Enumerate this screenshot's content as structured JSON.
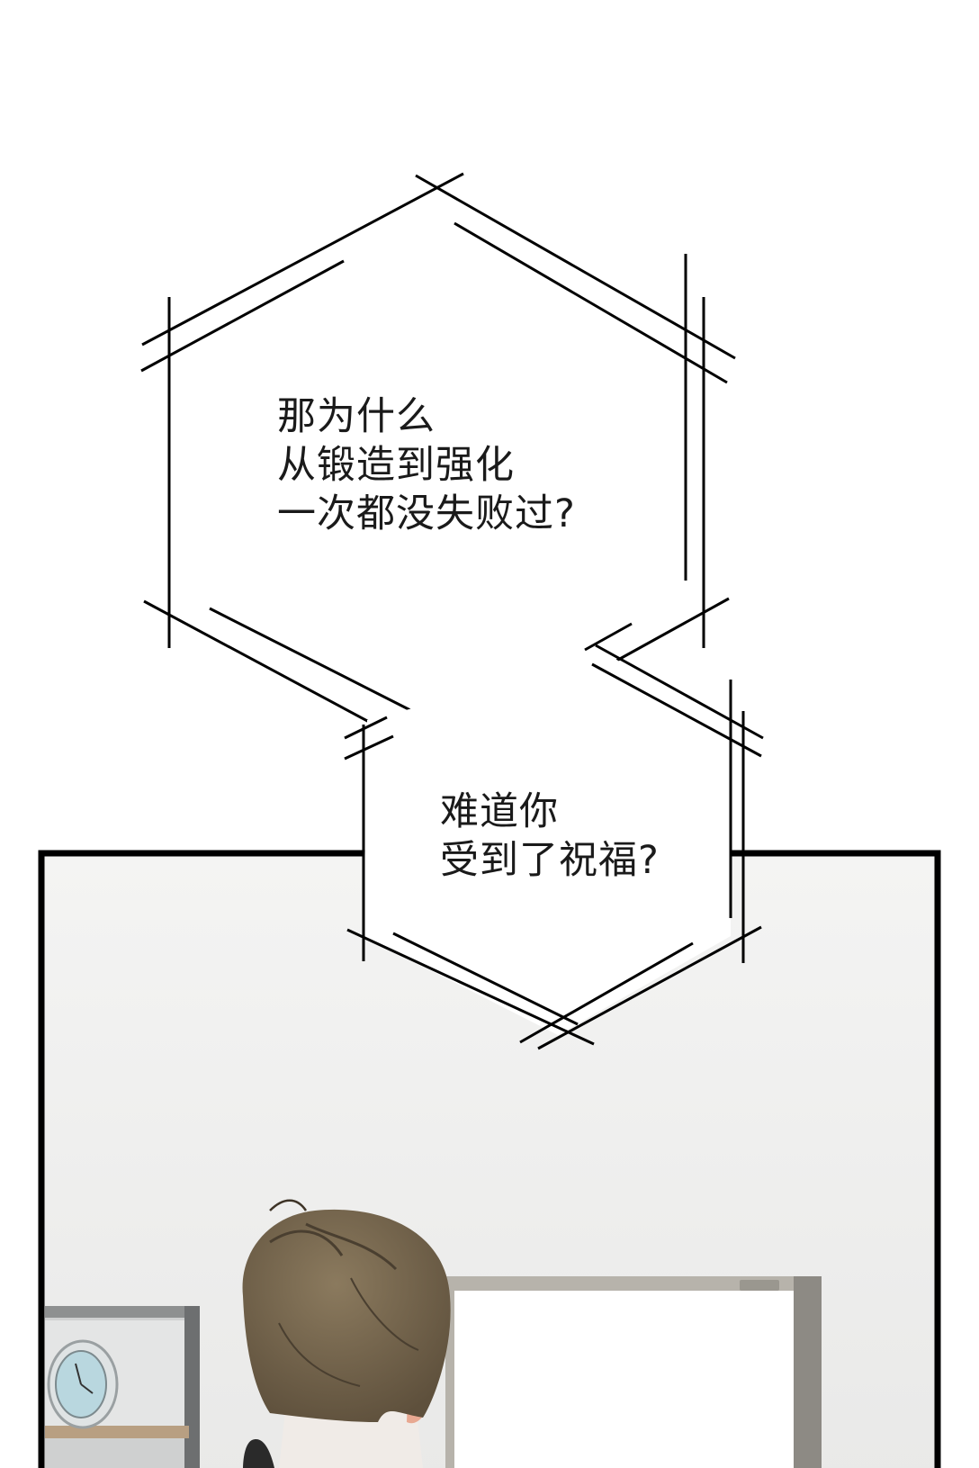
{
  "page": {
    "background": "#ffffff",
    "panel_frame_color": "#000000",
    "panel_wall_color": "#f2f2f1",
    "bubble_stroke_color": "#000000"
  },
  "bubbles": [
    {
      "id": "bubble-1",
      "shape": "hexagon-thought",
      "lines": [
        "那为什么",
        "从锻造到强化",
        "一次都没失败过?"
      ]
    },
    {
      "id": "bubble-2",
      "shape": "hexagon-thought",
      "lines": [
        "难道你",
        "受到了祝福?"
      ]
    }
  ],
  "panel": {
    "scene": "man-viewed-from-behind-at-computer-monitor",
    "elements": [
      "clock-icon",
      "monitor",
      "shelf",
      "character-head"
    ]
  }
}
